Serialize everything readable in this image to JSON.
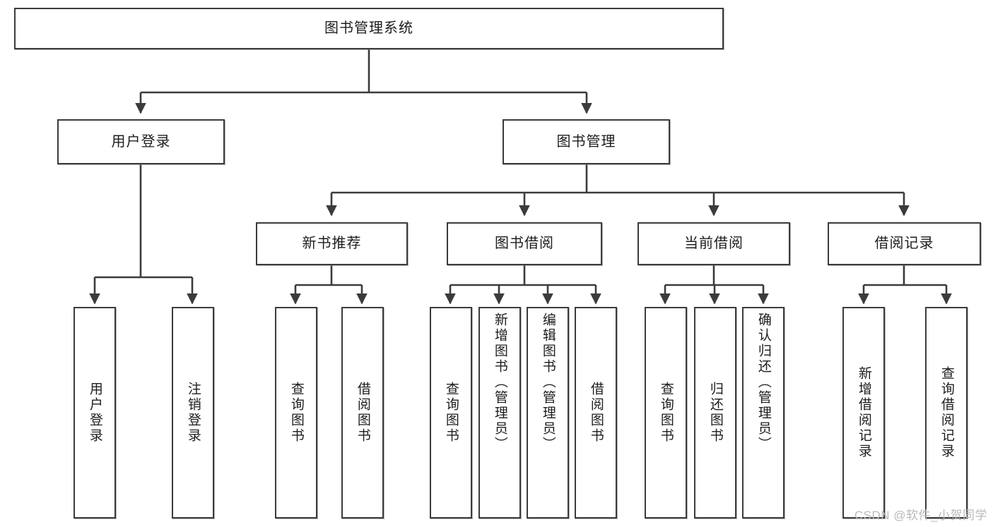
{
  "diagram": {
    "title": "图书管理系统",
    "type": "tree-hierarchy-diagram",
    "colors": {
      "box_border": "#3b3b3b",
      "box_fill": "#ffffff",
      "edge": "#3b3b3b",
      "text": "#1d1d1d",
      "watermark": "#b9b9b9"
    },
    "root": {
      "label": "图书管理系统"
    },
    "level2": [
      {
        "label": "用户登录"
      },
      {
        "label": "图书管理"
      }
    ],
    "level3": [
      {
        "label": "新书推荐"
      },
      {
        "label": "图书借阅"
      },
      {
        "label": "当前借阅"
      },
      {
        "label": "借阅记录"
      }
    ],
    "leaves": {
      "user_login": [
        {
          "label": "用户登录"
        },
        {
          "label": "注销登录"
        }
      ],
      "new_book_recommend": [
        {
          "label": "查询图书"
        },
        {
          "label": "借阅图书"
        }
      ],
      "book_borrow": [
        {
          "label": "查询图书"
        },
        {
          "label": "新增图书（管理员）"
        },
        {
          "label": "编辑图书（管理员）"
        },
        {
          "label": "借阅图书"
        }
      ],
      "current_borrow": [
        {
          "label": "查询图书"
        },
        {
          "label": "归还图书"
        },
        {
          "label": "确认归还（管理员）"
        }
      ],
      "borrow_record": [
        {
          "label": "新增借阅记录"
        },
        {
          "label": "查询借阅记录"
        }
      ]
    },
    "watermark": "CSDN @软件_小贺同学"
  }
}
